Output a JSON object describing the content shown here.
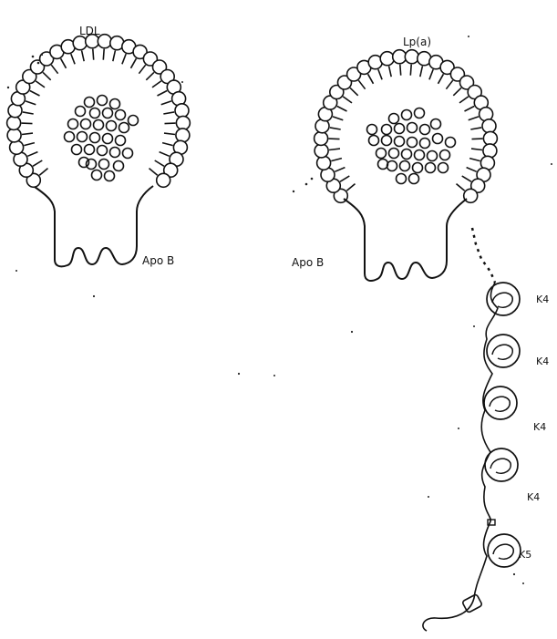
{
  "labels": {
    "ldl_title": "LDL",
    "lpa_title": "Lp(a)",
    "apob_left": "Apo B",
    "apob_right": "Apo B",
    "kringles": [
      "K4",
      "K4",
      "K4",
      "K4",
      "K5"
    ]
  },
  "colors": {
    "ink": "#111111",
    "paper": "#ffffff"
  }
}
